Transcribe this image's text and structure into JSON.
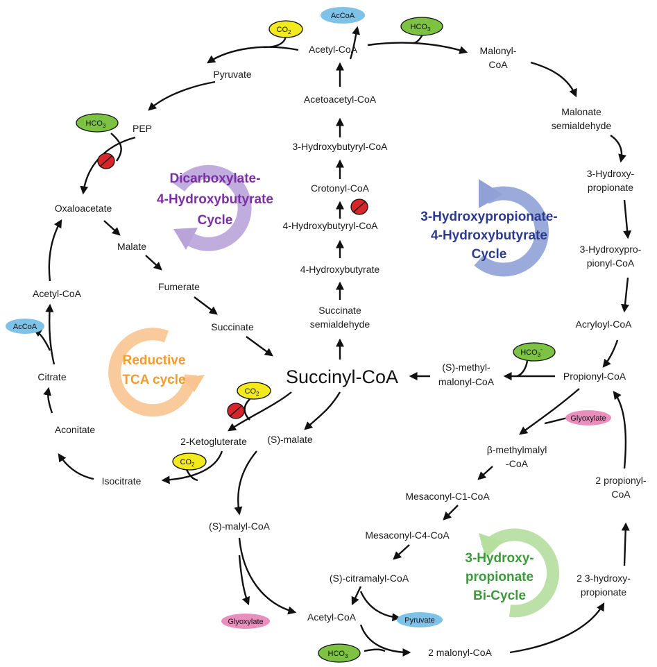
{
  "metabolites": {
    "acetyl_coa_top": "Acetyl-CoA",
    "pyruvate": "Pyruvate",
    "pep": "PEP",
    "oxaloacetate": "Oxaloacetate",
    "malate": "Malate",
    "fumerate": "Fumerate",
    "succinate": "Succinate",
    "succinyl_coa": "Succinyl-CoA",
    "acetoacetyl_coa": "Acetoacetyl-CoA",
    "hydroxybutyryl_coa_3": "3-Hydroxybutyryl-CoA",
    "crotonyl_coa": "Crotonyl-CoA",
    "hydroxybutyryl_coa_4": "4-Hydroxybutyryl-CoA",
    "hydroxybutyrate_4": "4-Hydroxybutyrate",
    "succinate_semialdehyde_1": "Succinate",
    "succinate_semialdehyde_2": "semialdehyde",
    "malonyl_coa_1": "Malonyl-",
    "malonyl_coa_2": "CoA",
    "malonate_sa_1": "Malonate",
    "malonate_sa_2": "semialdehyde",
    "hp_1": "3-Hydroxy-",
    "hp_2": "propionate",
    "hpcoa_1": "3-Hydroxypro-",
    "hpcoa_2": "pionyl-CoA",
    "acryloyl_coa": "Acryloyl-CoA",
    "propionyl_coa": "Propionyl-CoA",
    "methylmalonyl_1": "(S)-methyl-",
    "methylmalonyl_2": "malonyl-CoA",
    "acetyl_coa_left": "Acetyl-CoA",
    "citrate": "Citrate",
    "aconitate": "Aconitate",
    "isocitrate": "Isocitrate",
    "ketoglutarate": "2-Ketogluterate",
    "s_malate": "(S)-malate",
    "s_malyl_coa": "(S)-malyl-CoA",
    "beta_mm_1": "β-methylmalyl",
    "beta_mm_2": "-CoA",
    "mesaconyl_c1": "Mesaconyl-C1-CoA",
    "mesaconyl_c4": "Mesaconyl-C4-CoA",
    "citramalyl": "(S)-citramalyl-CoA",
    "acetyl_coa_bottom": "Acetyl-CoA",
    "malonyl_coa_2x": "2 malonyl-CoA",
    "hp3_2x_1": "2 3-hydroxy-",
    "hp3_2x_2": "propionate",
    "propionyl_2x_1": "2 propionyl-",
    "propionyl_2x_2": "CoA"
  },
  "pills": {
    "co2": "CO",
    "co2_sub": "2",
    "hco3": "HCO",
    "hco3_sub": "3",
    "hco3_sup": "-",
    "accoa": "AcCoA",
    "glyoxylate": "Glyoxylate",
    "pyruvate": "Pyruvate"
  },
  "cycles": {
    "dc4hb": [
      "Dicarboxylate-",
      "4-Hydroxybutyrate",
      "Cycle"
    ],
    "hp4hb": [
      "3-Hydroxypropionate-",
      "4-Hydroxybutyrate",
      "Cycle"
    ],
    "rtca": [
      "Reductive",
      "TCA cycle"
    ],
    "hpbi": [
      "3-Hydroxy-",
      "propionate",
      "Bi-Cycle"
    ]
  },
  "colors": {
    "co2": "#f2ea1c",
    "hco3": "#7dc242",
    "accoa": "#7fc2e8",
    "glyoxylate": "#e98fbd",
    "pyruvate_pill": "#7fc2e8",
    "oxygen": "#d7262a",
    "dc4hb_text": "#7b2fa3",
    "dc4hb_arrow": "#b9a4da",
    "hp4hb_text": "#2c3a8f",
    "hp4hb_arrow": "#8fa1d6",
    "rtca_text": "#f39b2d",
    "rtca_arrow": "#f8c591",
    "hpbi_text": "#3c9a3c",
    "hpbi_arrow": "#b5de9f"
  }
}
